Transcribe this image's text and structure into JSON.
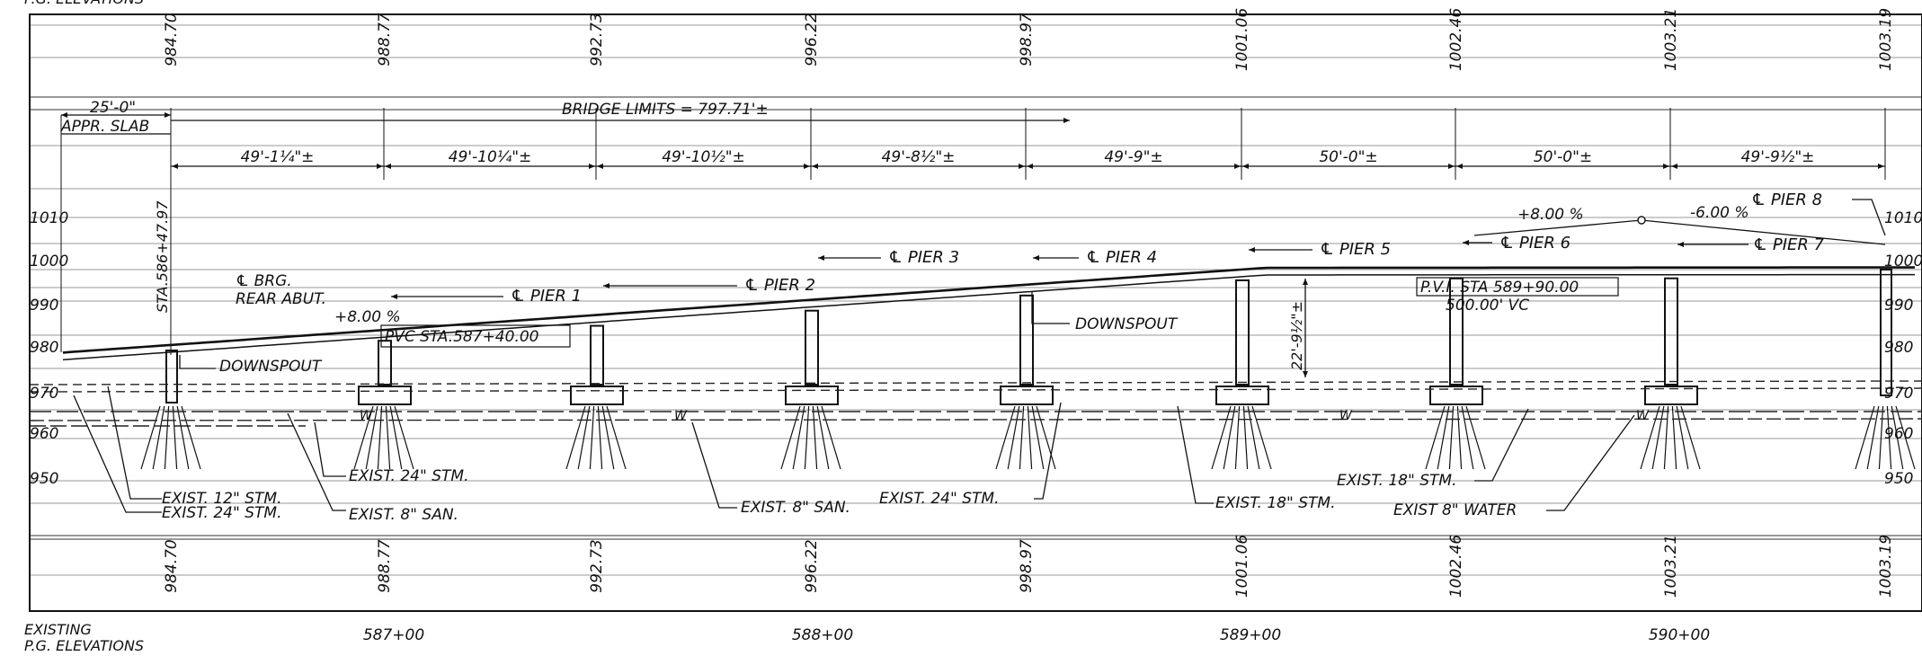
{
  "header": {
    "top_label": "P.G. ELEVATIONS"
  },
  "footer": {
    "label_line1": "EXISTING",
    "label_line2": "P.G. ELEVATIONS"
  },
  "stations": [
    "587+00",
    "588+00",
    "589+00",
    "590+00"
  ],
  "pg_elevations": [
    "984.70",
    "988.77",
    "992.73",
    "996.22",
    "998.97",
    "1001.06",
    "1002.46",
    "1003.21",
    "1003.19"
  ],
  "left_elev_ticks": [
    "1010",
    "1000",
    "990",
    "980",
    "970",
    "960",
    "950"
  ],
  "right_elev_ticks": [
    "1010",
    "1000",
    "990",
    "980",
    "970",
    "960",
    "950"
  ],
  "dimensions": {
    "approach_slab_length": "25'-0\"",
    "approach_slab_label": "APPR. SLAB",
    "bridge_limits": "BRIDGE LIMITS = 797.71'±",
    "spans": [
      "49'-1¼\"±",
      "49'-10¼\"±",
      "49'-10½\"±",
      "49'-8½\"±",
      "49'-9\"±",
      "50'-0\"±",
      "50'-0\"±",
      "49'-9½\"±"
    ],
    "clearance": "22'-9½\"±"
  },
  "labels": {
    "sta_start": "STA.586+47.97",
    "brg_rear_line1": "℄ BRG.",
    "brg_rear_line2": "REAR ABUT.",
    "grade_left": "+8.00 %",
    "pvc": "PVC STA.587+40.00",
    "grade_right_up": "+8.00 %",
    "grade_right_down": "-6.00 %",
    "pvi_line1": "P.V.I. STA 589+90.00",
    "pvi_line2": "500.00' VC",
    "downspout_1": "DOWNSPOUT",
    "downspout_2": "DOWNSPOUT",
    "water_mark": "W"
  },
  "piers": [
    "℄ PIER 1",
    "℄ PIER 2",
    "℄ PIER 3",
    "℄ PIER 4",
    "℄ PIER 5",
    "℄ PIER 6",
    "℄ PIER 7",
    "℄ PIER 8"
  ],
  "utilities": {
    "stm12": "EXIST. 12\" STM.",
    "stm24a": "EXIST. 24\" STM.",
    "san8a": "EXIST. 8\" SAN.",
    "stm24b": "EXIST. 24\" STM.",
    "san8b": "EXIST. 8\" SAN.",
    "stm24c": "EXIST. 24\" STM.",
    "stm18a": "EXIST. 18\" STM.",
    "stm18b": "EXIST. 18\" STM.",
    "water8": "EXIST 8\" WATER"
  }
}
